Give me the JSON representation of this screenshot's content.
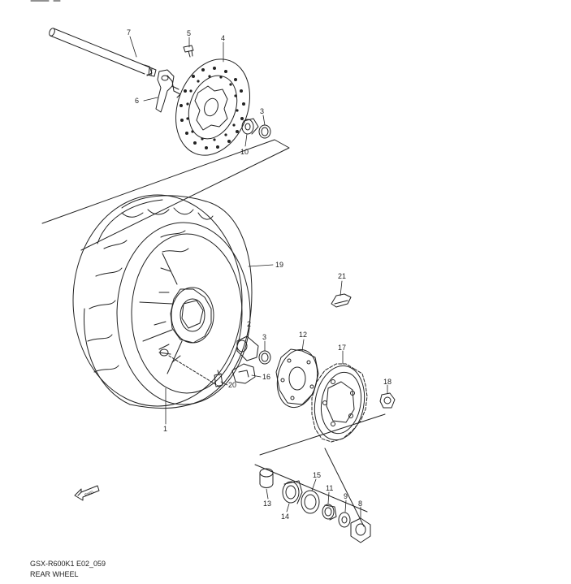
{
  "diagram": {
    "caption_code": "GSX-R600K1 E02_059",
    "caption_title": "REAR WHEEL",
    "fwd_label": "FWD",
    "callouts": {
      "p1": "1",
      "p2": "2",
      "p3a": "3",
      "p3b": "3",
      "p4": "4",
      "p5": "5",
      "p6": "6",
      "p7": "7",
      "p8": "8",
      "p9": "9",
      "p10": "10",
      "p11": "11",
      "p12": "12",
      "p13": "13",
      "p14": "14",
      "p15": "15",
      "p16": "16",
      "p17": "17",
      "p18": "18",
      "p19": "19",
      "p20": "20",
      "p21": "21"
    }
  }
}
